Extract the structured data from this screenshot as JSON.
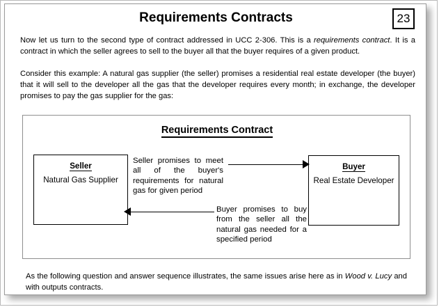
{
  "slide": {
    "page_number": "23",
    "title": "Requirements Contracts",
    "paragraphs": {
      "intro_part1": "Now let us turn to the second type of contract addressed in UCC 2-306. This is a ",
      "intro_italic": "requirements contract",
      "intro_part2": ". It is a contract in which the seller agrees to sell to the buyer all that the buyer requires of a given product.",
      "example": "Consider this example: A natural gas supplier (the seller) promises a residential real estate developer (the buyer) that it will sell to the developer all the gas that the developer requires every month; in exchange, the developer promises to pay the gas supplier for the gas:",
      "closing_part1": "As the following question and answer sequence illustrates, the same issues arise here as in ",
      "closing_italic": "Wood v. Lucy",
      "closing_part2": " and with outputs contracts."
    }
  },
  "diagram": {
    "title": "Requirements Contract",
    "seller": {
      "heading": "Seller",
      "subtitle": "Natural Gas Supplier"
    },
    "buyer": {
      "heading": "Buyer",
      "subtitle": "Real Estate Developer"
    },
    "seller_promise": "Seller promises to meet all of the buyer's requirements for natural gas for given period",
    "buyer_promise": "Buyer promises to buy from the seller all the natural gas needed for a specified period",
    "arrow_forward_name": "seller-to-buyer-arrow",
    "arrow_backward_name": "buyer-to-seller-arrow"
  },
  "colors": {
    "ink": "#000000",
    "sheet": "#ffffff",
    "frame": "#8e8e8e"
  }
}
